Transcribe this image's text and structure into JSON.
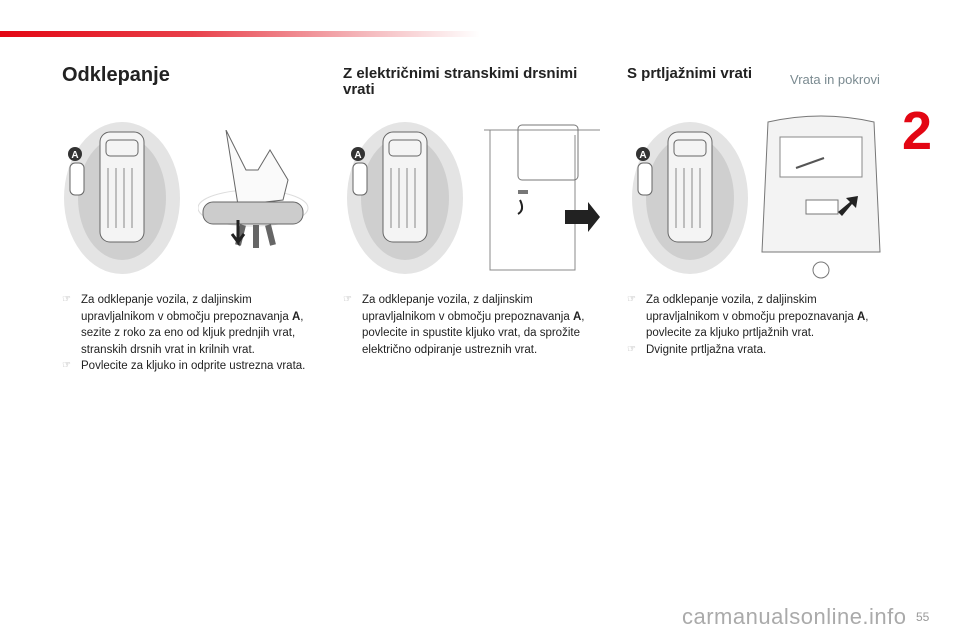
{
  "header": {
    "section_title": "Vrata in pokrovi",
    "chapter_number": "2"
  },
  "columns": [
    {
      "title": "Odklepanje",
      "items": [
        {
          "pre": "Za odklepanje vozila, z daljinskim upravljalnikom v območju prepoznavanja ",
          "bold": "A",
          "post": ", sezite z roko za eno od kljuk prednjih vrat, stranskih drsnih vrat in krilnih vrat."
        },
        {
          "pre": "Povlecite za kljuko in odprite ustrezna vrata.",
          "bold": "",
          "post": ""
        }
      ]
    },
    {
      "title": "Z električnimi stranskimi drsnimi vrati",
      "items": [
        {
          "pre": "Za odklepanje vozila, z daljinskim upravljalnikom v območju prepoznavanja ",
          "bold": "A",
          "post": ", povlecite in spustite kljuko vrat, da sprožite električno odpiranje ustreznih vrat."
        }
      ]
    },
    {
      "title": "S prtljažnimi vrati",
      "items": [
        {
          "pre": "Za odklepanje vozila, z daljinskim upravljalnikom v območju prepoznavanja ",
          "bold": "A",
          "post": ", povlecite za kljuko prtljažnih vrat."
        },
        {
          "pre": "Dvignite prtljažna vrata.",
          "bold": "",
          "post": ""
        }
      ]
    }
  ],
  "illustration": {
    "zone_label": "A"
  },
  "footer": {
    "page_number": "55",
    "watermark": "carmanualsonline.info"
  }
}
